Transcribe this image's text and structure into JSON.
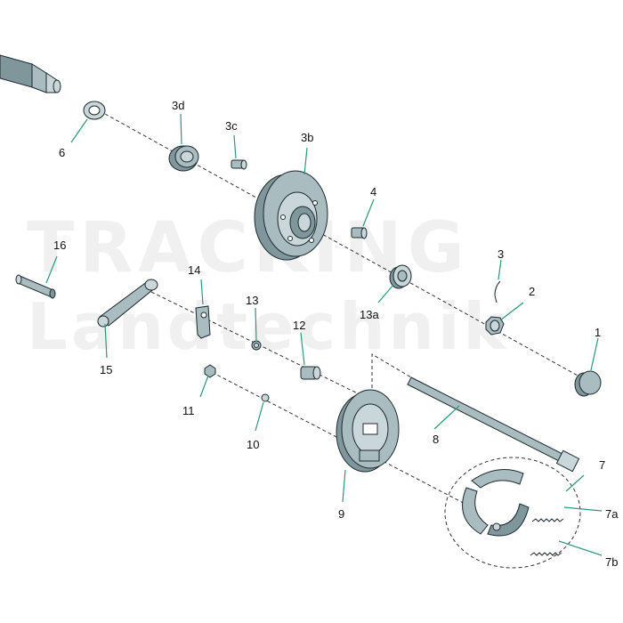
{
  "watermark": {
    "line1": "TRACKING",
    "line2": "Landtechnik"
  },
  "diagram": {
    "type": "exploded-parts-view",
    "labels": {
      "p1": "1",
      "p2": "2",
      "p3": "3",
      "p3b": "3b",
      "p3c": "3c",
      "p3d": "3d",
      "p4": "4",
      "p6": "6",
      "p7": "7",
      "p7a": "7a",
      "p7b": "7b",
      "p8": "8",
      "p9": "9",
      "p10": "10",
      "p11": "11",
      "p12": "12",
      "p13": "13",
      "p13a": "13a",
      "p14": "14",
      "p15": "15",
      "p16": "16"
    }
  },
  "colors": {
    "part_fill": "#a9bcc0",
    "part_light": "#c9d7da",
    "part_dark": "#7f969b",
    "outline": "#1d2a2f",
    "leader": "#2a9a7a"
  }
}
